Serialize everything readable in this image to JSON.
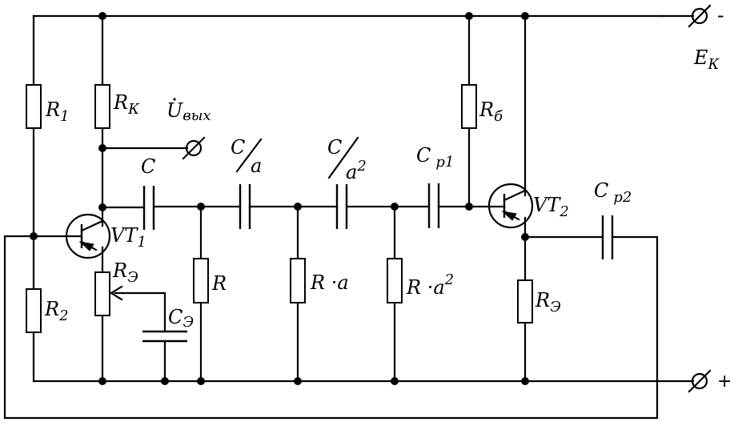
{
  "labels": {
    "r1": {
      "main": "R",
      "sub": "1"
    },
    "rk": {
      "main": "R",
      "sub": "К"
    },
    "uout": {
      "main": "U",
      "sub": "вых"
    },
    "c1": {
      "main": "C"
    },
    "c2": {
      "main": "C",
      "den": "a"
    },
    "c3": {
      "main": "C",
      "den": "a",
      "exp": "2"
    },
    "cp1": {
      "main": "C",
      "sub": "p1"
    },
    "rb": {
      "main": "R",
      "sub": "б"
    },
    "ek": {
      "main": "E",
      "sub": "К"
    },
    "vt1": {
      "main": "VT",
      "sub": "1"
    },
    "vt2": {
      "main": "VT",
      "sub": "2"
    },
    "cp2": {
      "main": "C",
      "sub": "p2"
    },
    "re1": {
      "main": "R",
      "sub": "Э"
    },
    "ce": {
      "main": "C",
      "sub": "Э"
    },
    "r": {
      "main": "R"
    },
    "ra": {
      "main": "R ·a"
    },
    "ra2": {
      "main": "R ·a",
      "exp": "2"
    },
    "r2": {
      "main": "R",
      "sub": "2"
    },
    "re2": {
      "main": "R",
      "sub": "Э"
    }
  },
  "terminals": {
    "minus": "-",
    "plus": "+"
  }
}
